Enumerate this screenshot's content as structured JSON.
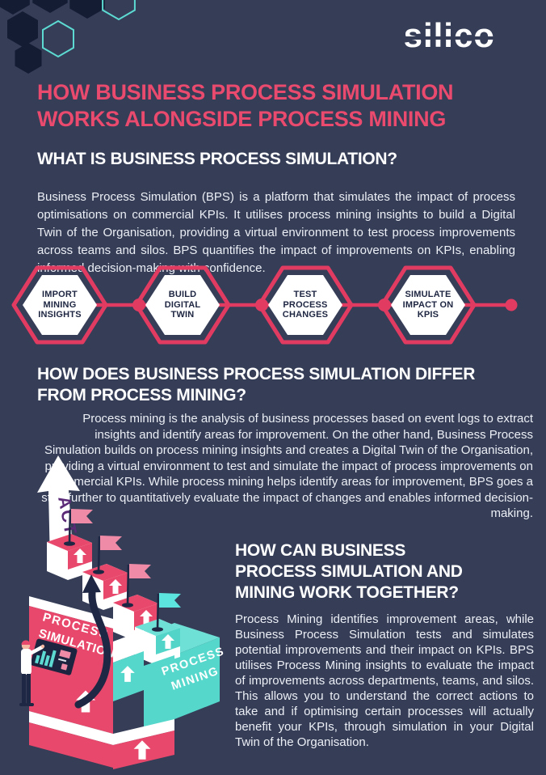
{
  "page": {
    "bg": "#353d57",
    "accent_pink": "#e94a6d",
    "accent_teal": "#5ddbd2",
    "deep_navy": "#131c33"
  },
  "brand": {
    "logo_text": "silico"
  },
  "title": {
    "text": "HOW BUSINESS PROCESS SIMULATION WORKS ALONGSIDE PROCESS MINING",
    "color": "#e94a6d"
  },
  "sections": {
    "what": {
      "heading": "WHAT IS BUSINESS PROCESS SIMULATION?",
      "body": "Business Process Simulation (BPS) is a platform that simulates the impact of process optimisations on commercial KPIs. It utilises process mining insights to build a Digital Twin of the Organisation, providing a virtual environment to test process improvements across teams and silos. BPS quantifies the impact of improvements on KPIs, enabling informed decision-making with confidence."
    },
    "differ": {
      "heading": "HOW DOES BUSINESS PROCESS SIMULATION DIFFER FROM PROCESS MINING?",
      "body": "Process mining is the analysis of business processes based on event logs to extract insights and identify areas for improvement. On the other hand, Business Process Simulation builds on process mining insights and creates a Digital Twin of the Organisation, providing a virtual environment to test and simulate the impact of process improvements on commercial KPIs. While process mining helps identify areas for improvement, BPS goes a step further to quantitatively evaluate the impact of changes and enables informed decision-making."
    },
    "together": {
      "heading": "HOW CAN BUSINESS PROCESS SIMULATION AND MINING WORK TOGETHER?",
      "body": "Process Mining identifies improvement areas, while Business Process Simulation tests and simulates potential improvements and their impact on KPIs. BPS utilises Process Mining insights to evaluate the impact of improvements across departments, teams, and silos. This allows you to understand the correct actions to take and if optimising certain processes will actually benefit your KPIs, through simulation in your Digital Twin of the Organisation."
    }
  },
  "flow": {
    "accent": "#e23b62",
    "steps": [
      {
        "lines": [
          "IMPORT",
          "MINING",
          "INSIGHTS"
        ]
      },
      {
        "lines": [
          "BUILD",
          "DIGITAL",
          "TWIN"
        ]
      },
      {
        "lines": [
          "TEST",
          "PROCESS",
          "CHANGES"
        ]
      },
      {
        "lines": [
          "SIMULATE",
          "IMPACT ON",
          "KPIS"
        ]
      }
    ]
  },
  "illustration": {
    "action_label": "ACTION",
    "simulation_label": {
      "line1": "PROCESS",
      "line2": "SIMULATION"
    },
    "mining_label": {
      "line1": "PROCESS",
      "line2": "MINING"
    },
    "colors": {
      "pink": "#e8486b",
      "teal": "#55d8cb",
      "purple": "#5b2a77",
      "flag_pink": "#ef8ba6",
      "flag_teal": "#5ce4de"
    }
  }
}
